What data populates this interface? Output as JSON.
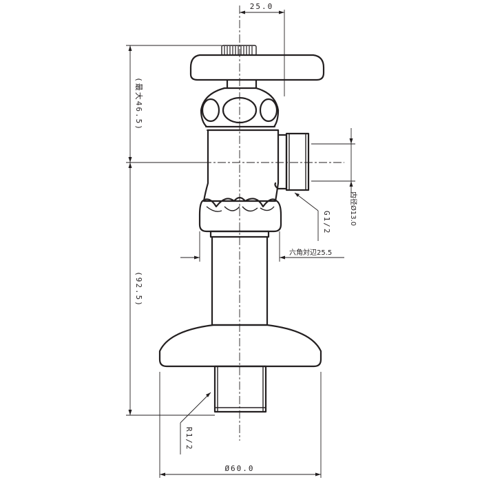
{
  "dimensions": {
    "top_width": "25.0",
    "max_height": "(最大46.5)",
    "outlet_diameter": "内径Ø13.0",
    "outlet_thread": "G1/2",
    "hex_width": "六角対辺25.5",
    "body_height": "(92.5)",
    "inlet_thread": "R1/2",
    "flange_diameter": "Ø60.0"
  },
  "colors": {
    "line": "#231f20",
    "background": "#ffffff"
  }
}
